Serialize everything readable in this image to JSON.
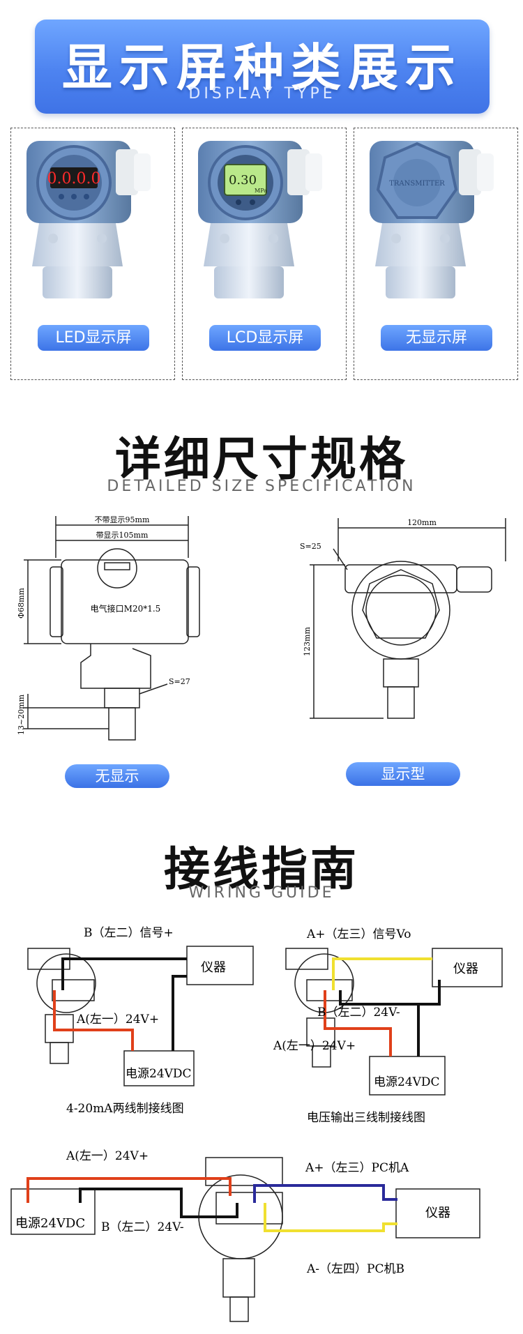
{
  "display_section": {
    "title": "显示屏种类展示",
    "subtitle": "DISPLAY TYPE",
    "panels": [
      {
        "label": "LED显示屏",
        "readout": "0.0.0.0"
      },
      {
        "label": "LCD显示屏",
        "readout": "0.30",
        "unit": "MPa"
      },
      {
        "label": "无显示屏",
        "cover_text": "TRANSMITTER"
      }
    ]
  },
  "size_section": {
    "title": "详细尺寸规格",
    "subtitle": "DETAILED SIZE SPECIFICATION",
    "left": {
      "dim_top1": "不带显示95mm",
      "dim_top2": "带显示105mm",
      "dim_dia": "Φ68mm",
      "port": "电气接口M20*1.5",
      "wrench": "S=27",
      "thread": "13~20mm",
      "label": "无显示"
    },
    "right": {
      "dim_width": "120mm",
      "wrench": "S=25",
      "dim_height": "123mm",
      "label": "显示型"
    }
  },
  "wiring_section": {
    "title": "接线指南",
    "subtitle": "WIRING GUIDE",
    "diagram1": {
      "signal": "B（左二）信号+",
      "power_pos": "A(左一）24V+",
      "instrument": "仪器",
      "supply": "电源24VDC",
      "caption": "4-20mA两线制接线图"
    },
    "diagram2": {
      "signal": "A+（左三）信号Vo",
      "neg": "B（左二）24V-",
      "power_pos": "A(左一）24V+",
      "instrument": "仪器",
      "supply": "电源24VDC",
      "caption": "电压输出三线制接线图"
    },
    "diagram3": {
      "power_pos": "A(左一）24V+",
      "neg": "B（左二）24V-",
      "pc_a": "A+（左三）PC机A",
      "pc_b": "A-（左四）PC机B",
      "instrument": "仪器",
      "supply": "电源24VDC"
    }
  },
  "colors": {
    "accent": "#3f73e6",
    "wire_red": "#e0401a",
    "wire_black": "#111111",
    "wire_yellow": "#f0e030",
    "wire_blue": "#2a2a9a"
  }
}
